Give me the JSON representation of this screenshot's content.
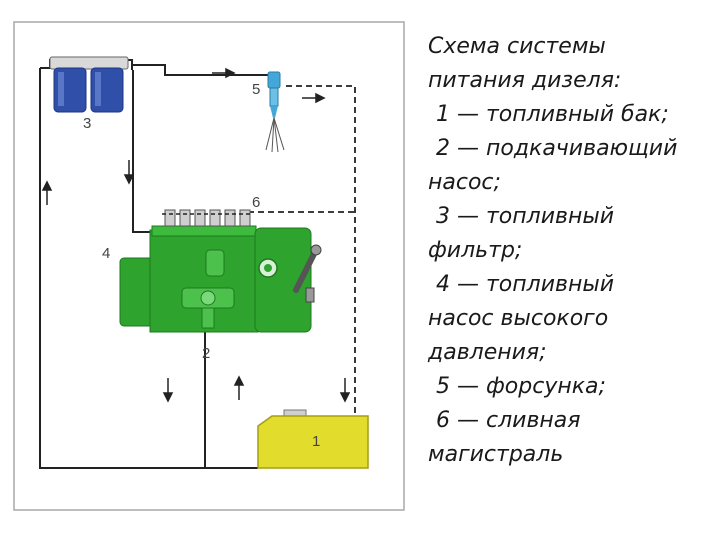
{
  "diagram": {
    "labels": {
      "tank": "1",
      "feed_pump": "2",
      "fuel_filter": "3",
      "hp_pump": "4",
      "injector": "5",
      "drain_line": "6"
    }
  },
  "caption": {
    "lines": [
      "Схема системы",
      "питания дизеля:",
      "1 — топливный бак;",
      "2 — подкачивающий",
      "насос;",
      "3 — топливный",
      "фильтр;",
      "4 — топливный",
      "насос высокого",
      "давления;",
      "5 — форсунка;",
      "6 — сливная",
      "магистраль"
    ]
  },
  "colors": {
    "filter_blue": "#2f4fa8",
    "pump_green": "#2ea32e",
    "tank_yellow": "#e2dc2c",
    "injector_cyan": "#43a8d8",
    "line": "#222222"
  }
}
